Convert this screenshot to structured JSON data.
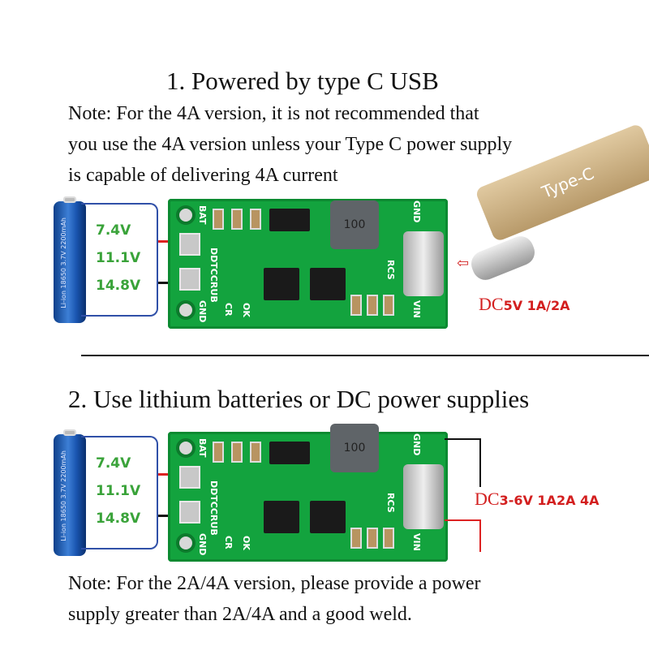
{
  "section1": {
    "title": "1. Powered by type C USB",
    "note_lines": [
      "Note: For the 4A version, it is not recommended that",
      "you use the 4A version unless your Type C power supply",
      "is capable of delivering 4A current"
    ],
    "dc_prefix": "DC",
    "dc_value": "5V 1A/2A",
    "plug_label": "Type-C"
  },
  "section2": {
    "title": "2. Use lithium batteries or DC power supplies",
    "dc_prefix": "DC",
    "dc_value": "3-6V 1A2A 4A",
    "note_lines": [
      "Note: For the 2A/4A version, please provide a power",
      "supply greater than 2A/4A and a good weld."
    ]
  },
  "voltages": [
    "7.4V",
    "11.1V",
    "14.8V"
  ],
  "battery_label": "Li-ion 18650 3.7V 2200mAh",
  "board": {
    "silk": {
      "bat": "BAT",
      "mode": "DDTCCRUB",
      "gnd": "GND",
      "cr": "CR",
      "ok": "OK",
      "rcs": "RCS",
      "gnd2": "GND",
      "vin": "VIN"
    },
    "inductor": "100"
  },
  "colors": {
    "board": "#13a33e",
    "voltage": "#3aa33a",
    "dc": "#d31f1f",
    "bracket": "#3050a8"
  }
}
